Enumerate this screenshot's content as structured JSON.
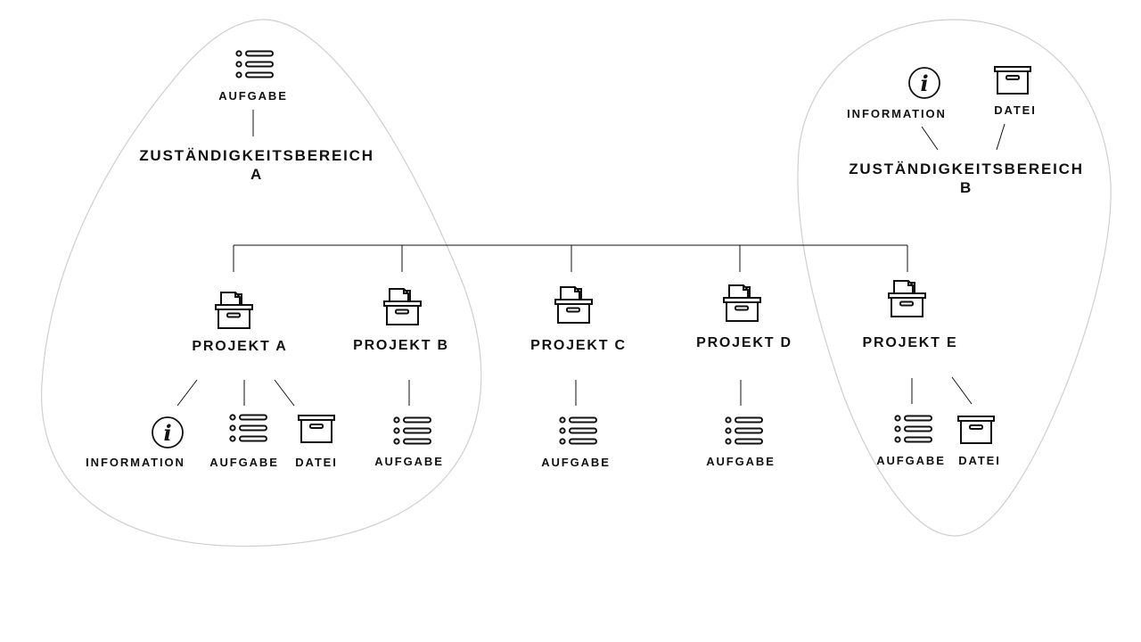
{
  "areas": [
    {
      "name_line1": "ZUSTÄNDIGKEITSBEREICH",
      "name_line2": "A",
      "icon_label": "AUFGABE"
    },
    {
      "name_line1": "ZUSTÄNDIGKEITSBEREICH",
      "name_line2": "B",
      "icon_labels": [
        "INFORMATION",
        "DATEI"
      ]
    }
  ],
  "projects": [
    {
      "label": "PROJEKT A",
      "children": [
        "INFORMATION",
        "AUFGABE",
        "DATEI"
      ]
    },
    {
      "label": "PROJEKT B",
      "children": [
        "AUFGABE"
      ]
    },
    {
      "label": "PROJEKT C",
      "children": [
        "AUFGABE"
      ]
    },
    {
      "label": "PROJEKT D",
      "children": [
        "AUFGABE"
      ]
    },
    {
      "label": "PROJEKT E",
      "children": [
        "AUFGABE",
        "DATEI"
      ]
    }
  ],
  "colors": {
    "line": "#111111",
    "area_outline": "#cfcfcf",
    "text": "#111111"
  },
  "icons": {
    "task": "task-list-icon",
    "info": "info-icon",
    "file": "file-box-icon",
    "project": "project-box-icon"
  }
}
